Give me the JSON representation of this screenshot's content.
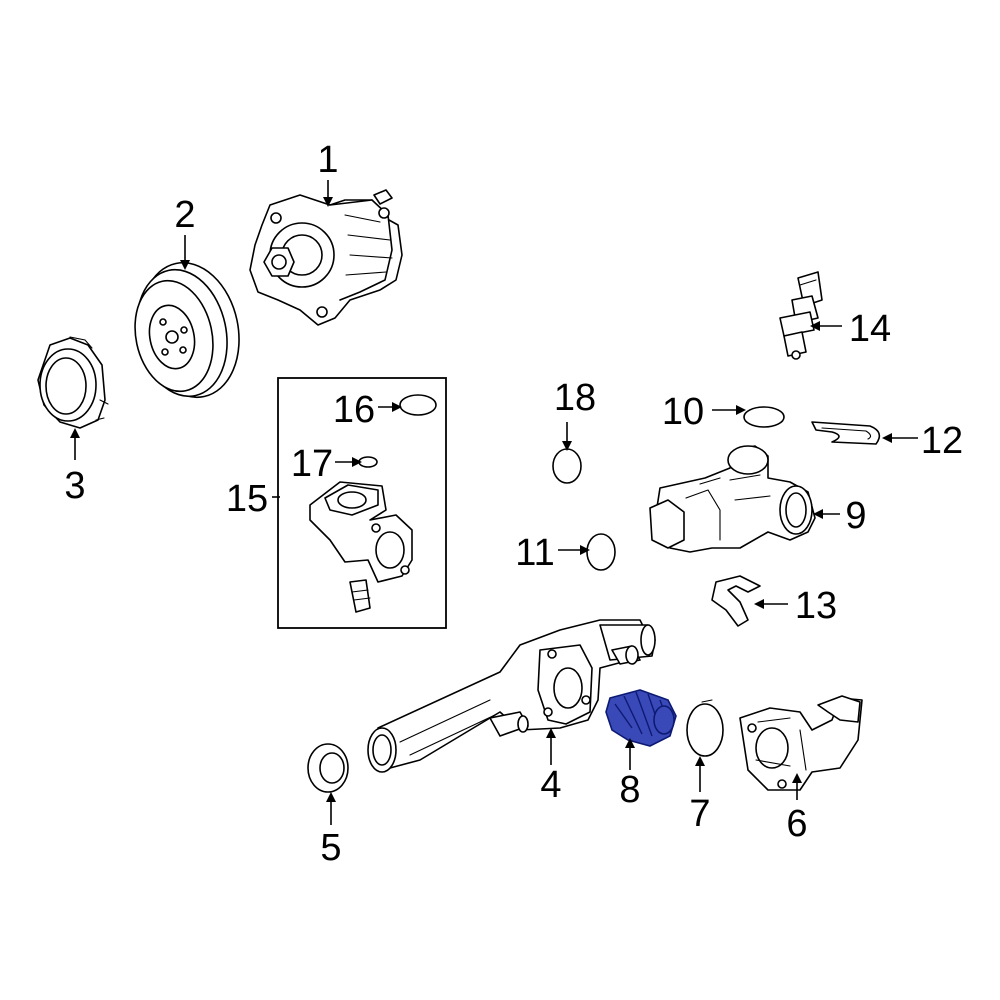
{
  "diagram": {
    "highlight_color": "#3a49b8",
    "callouts": [
      {
        "id": "1",
        "label": "1"
      },
      {
        "id": "2",
        "label": "2"
      },
      {
        "id": "3",
        "label": "3"
      },
      {
        "id": "4",
        "label": "4"
      },
      {
        "id": "5",
        "label": "5"
      },
      {
        "id": "6",
        "label": "6"
      },
      {
        "id": "7",
        "label": "7"
      },
      {
        "id": "8",
        "label": "8"
      },
      {
        "id": "9",
        "label": "9"
      },
      {
        "id": "10",
        "label": "10"
      },
      {
        "id": "11",
        "label": "11"
      },
      {
        "id": "12",
        "label": "12"
      },
      {
        "id": "13",
        "label": "13"
      },
      {
        "id": "14",
        "label": "14"
      },
      {
        "id": "15",
        "label": "15"
      },
      {
        "id": "16",
        "label": "16"
      },
      {
        "id": "17",
        "label": "17"
      },
      {
        "id": "18",
        "label": "18"
      }
    ],
    "highlighted_part": "8"
  }
}
